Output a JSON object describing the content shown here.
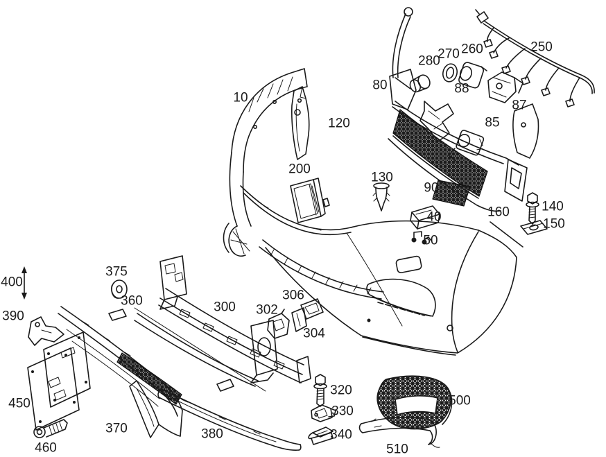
{
  "diagram": {
    "type": "exploded-parts-diagram",
    "subject": "front bumper assembly",
    "background_color": "#ffffff",
    "line_color": "#1a1a1a",
    "label_color": "#1c1c1c"
  },
  "parts": [
    {
      "number": "10"
    },
    {
      "number": "120"
    },
    {
      "number": "80"
    },
    {
      "number": "280"
    },
    {
      "number": "270"
    },
    {
      "number": "260"
    },
    {
      "number": "250"
    },
    {
      "number": "88"
    },
    {
      "number": "87"
    },
    {
      "number": "85"
    },
    {
      "number": "200"
    },
    {
      "number": "130"
    },
    {
      "number": "90"
    },
    {
      "number": "40"
    },
    {
      "number": "50"
    },
    {
      "number": "160"
    },
    {
      "number": "140"
    },
    {
      "number": "150"
    },
    {
      "number": "400"
    },
    {
      "number": "375"
    },
    {
      "number": "360"
    },
    {
      "number": "390"
    },
    {
      "number": "300"
    },
    {
      "number": "302"
    },
    {
      "number": "306"
    },
    {
      "number": "304"
    },
    {
      "number": "450"
    },
    {
      "number": "460"
    },
    {
      "number": "370"
    },
    {
      "number": "380"
    },
    {
      "number": "320"
    },
    {
      "number": "330"
    },
    {
      "number": "340"
    },
    {
      "number": "500"
    },
    {
      "number": "510"
    }
  ]
}
